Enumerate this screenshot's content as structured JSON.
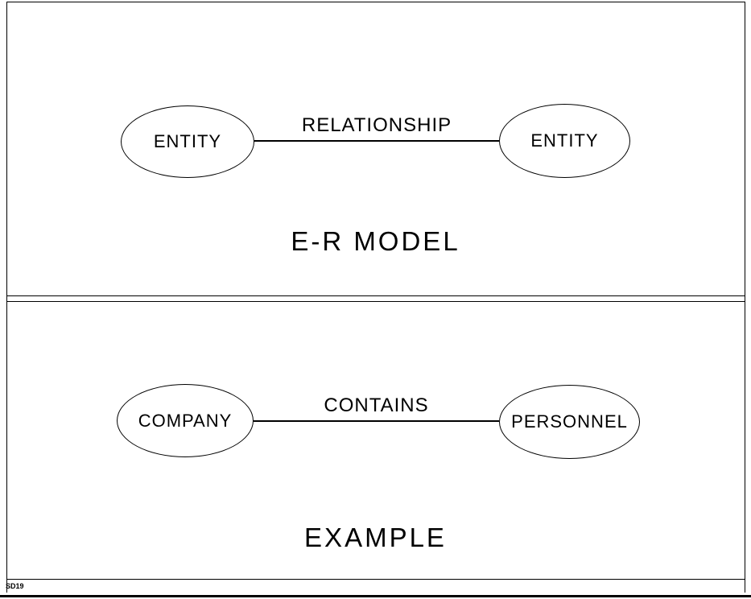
{
  "diagram": {
    "panels": [
      {
        "title": "E-R MODEL",
        "left_node": "ENTITY",
        "right_node": "ENTITY",
        "relation": "RELATIONSHIP"
      },
      {
        "title": "EXAMPLE",
        "left_node": "COMPANY",
        "right_node": "PERSONNEL",
        "relation": "CONTAINS"
      }
    ],
    "slide_id": "SD19",
    "colors": {
      "line": "#000000",
      "background": "#ffffff"
    }
  }
}
